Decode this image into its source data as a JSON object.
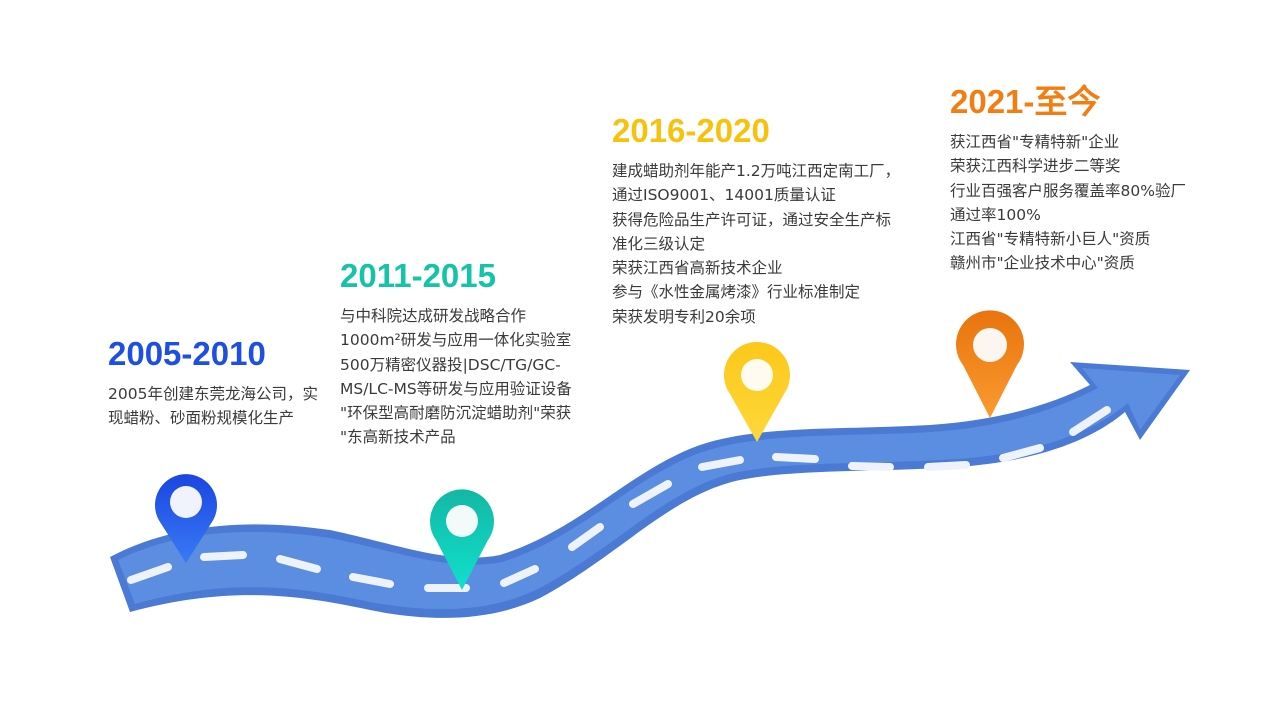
{
  "diagram": {
    "type": "timeline-road",
    "road_color": "#5b8de0",
    "road_edge_color": "#4a7ad4",
    "lane_dash_color": "#eef3fb",
    "arrow_direction": "right"
  },
  "stages": [
    {
      "period": "2005-2010",
      "color": "#1f4fe0",
      "pin_icon": "map-pin-icon",
      "lines": [
        "2005年创建东莞龙海公司，实现蜡粉、砂面粉规模化生产"
      ]
    },
    {
      "period": "2011-2015",
      "color": "#14c3a8",
      "pin_icon": "map-pin-icon",
      "lines": [
        "与中科院达成研发战略合作",
        "1000m²研发与应用一体化实验室",
        "500万精密仪器投|DSC/TG/GC-",
        "MS/LC-MS等研发与应用验证设备",
        "\"环保型高耐磨防沉淀蜡助剂\"荣获",
        "\"东高新技术产品"
      ]
    },
    {
      "period": "2016-2020",
      "color": "#f7c20e",
      "pin_icon": "map-pin-icon",
      "lines": [
        "建成蜡助剂年能产1.2万吨江西定南工厂，",
        "通过ISO9001、14001质量认证",
        "获得危险品生产许可证，通过安全生产标",
        "准化三级认定",
        "荣获江西省高新技术企业",
        "参与《水性金属烤漆》行业标准制定",
        "荣获发明专利20余项"
      ]
    },
    {
      "period": "2021-至今",
      "color": "#f27d12",
      "pin_icon": "map-pin-icon",
      "lines": [
        "获江西省\"专精特新\"企业",
        "荣获江西科学进步二等奖",
        "行业百强客户服务覆盖率80%验厂",
        "通过率100%",
        "江西省\"专精特新小巨人\"资质",
        "赣州市\"企业技术中心\"资质"
      ]
    }
  ]
}
